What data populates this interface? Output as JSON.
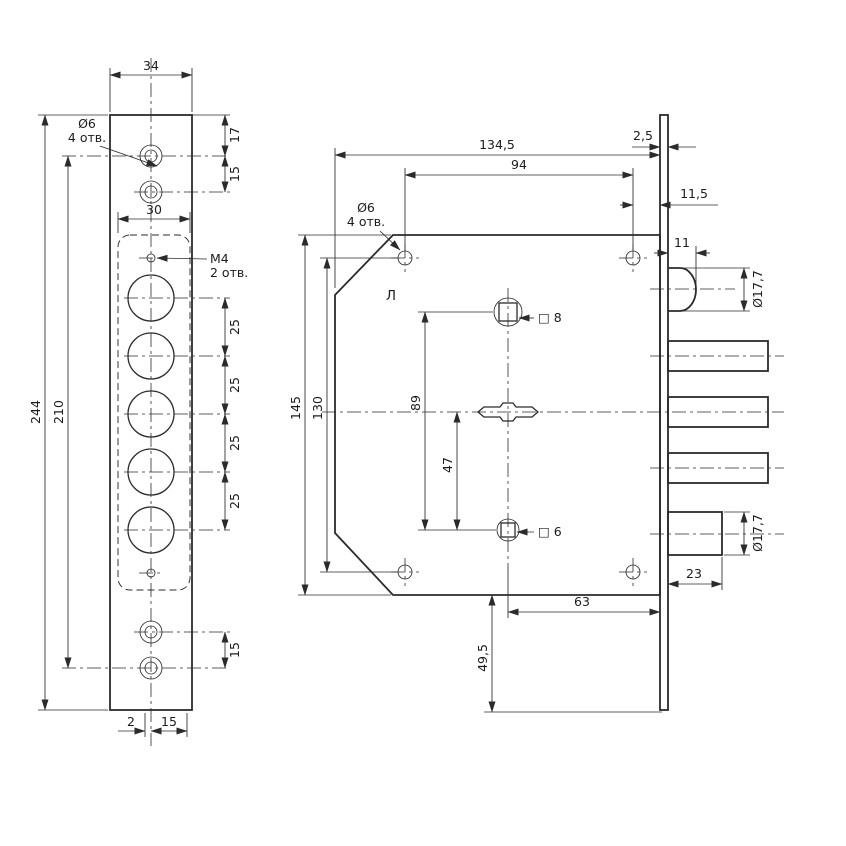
{
  "front_view": {
    "d34": "34",
    "dia6": "Ø6",
    "dia6_qty": "4 отв.",
    "d17": "17",
    "d15_top": "15",
    "d30": "30",
    "m4": "M4",
    "m4_qty": "2 отв.",
    "d25": [
      "25",
      "25",
      "25",
      "25"
    ],
    "d244": "244",
    "d210": "210",
    "d15_bottom": "15",
    "d2": "2",
    "d15_foot": "15"
  },
  "side_view": {
    "d134_5": "134,5",
    "d94": "94",
    "d2_5": "2,5",
    "d11_5": "11,5",
    "d11": "11",
    "dia6": "Ø6",
    "dia6_qty": "4 отв.",
    "letter": "Л",
    "d145": "145",
    "d130": "130",
    "d89": "89",
    "d47": "47",
    "sq8": "□ 8",
    "sq6": "□ 6",
    "d17_7_top": "Ø17,7",
    "d17_7_bottom": "Ø17,7",
    "d63": "63",
    "d49_5": "49,5",
    "d23": "23"
  }
}
